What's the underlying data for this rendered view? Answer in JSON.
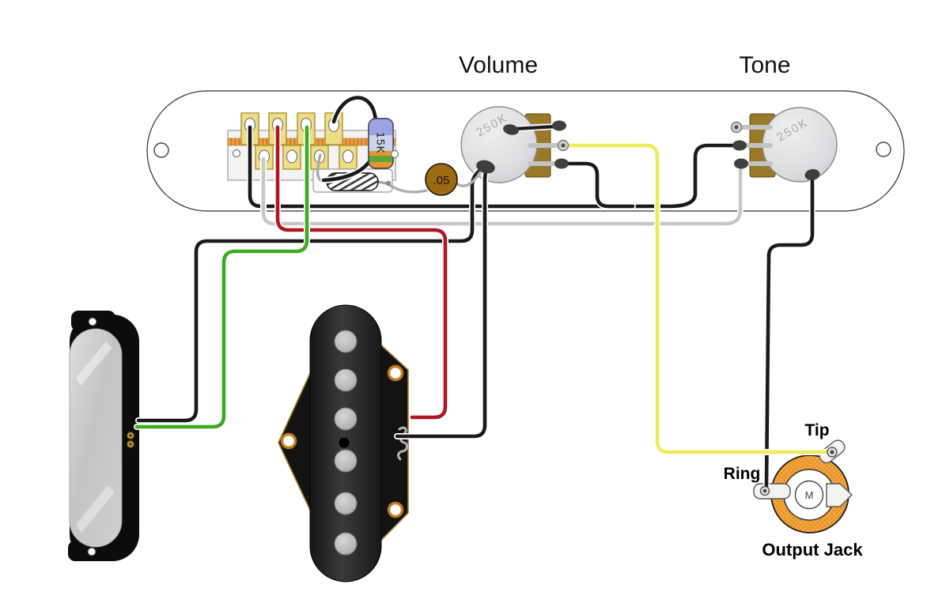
{
  "labels": {
    "volume": "Volume",
    "tone": "Tone"
  },
  "volume_pot": {
    "value": "250K"
  },
  "tone_pot": {
    "value": "250K"
  },
  "switch_resistor": {
    "value": "15K"
  },
  "tone_capacitor": {
    "value": ".05"
  },
  "output_jack": {
    "title": "Output Jack",
    "tip": "Tip",
    "ring": "Ring",
    "center": "M"
  },
  "wires": {
    "black": "#1a1a1a",
    "red": "#ae1622",
    "green": "#3dab20",
    "white": "#c7c7c7",
    "yellow": "#ecec5c",
    "silver": "#adadad"
  }
}
